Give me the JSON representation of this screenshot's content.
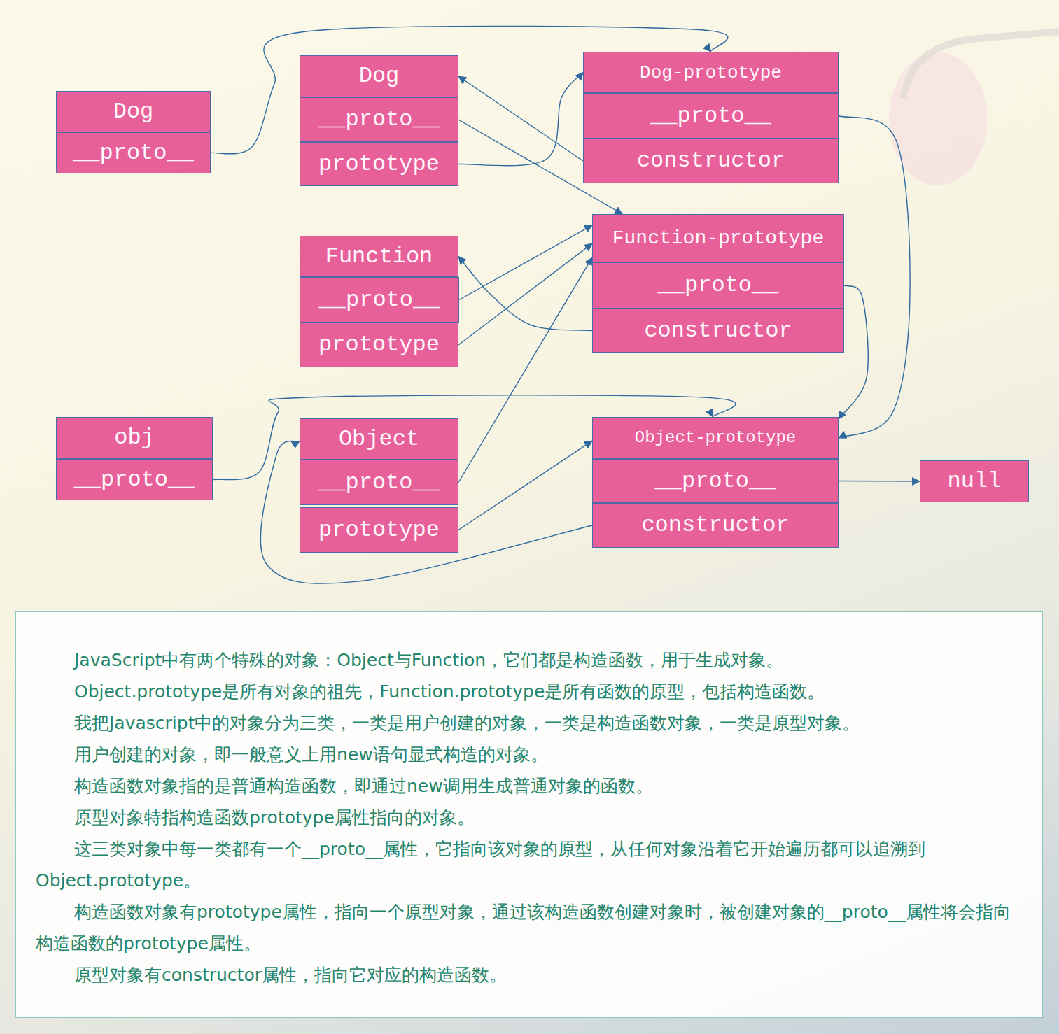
{
  "diagram": {
    "nodes": [
      {
        "text": [
          "Dog"
        ]
      },
      {
        "text": [
          "__proto__"
        ]
      },
      {
        "text": [
          "Dog"
        ]
      },
      {
        "text": [
          "__proto__"
        ]
      },
      {
        "text": [
          "prototype"
        ]
      },
      {
        "text": [
          "Dog-prototype"
        ]
      },
      {
        "text": [
          "__proto__"
        ]
      },
      {
        "text": [
          "constructor"
        ]
      },
      {
        "text": [
          "Function"
        ]
      },
      {
        "text": [
          "__proto__"
        ]
      },
      {
        "text": [
          "prototype"
        ]
      },
      {
        "text": [
          "Function-prototype"
        ]
      },
      {
        "text": [
          "__proto__"
        ]
      },
      {
        "text": [
          "constructor"
        ]
      },
      {
        "text": [
          "obj"
        ]
      },
      {
        "text": [
          "__proto__"
        ]
      },
      {
        "text": [
          "Object"
        ]
      },
      {
        "text": [
          "__proto__"
        ]
      },
      {
        "text": [
          "prototype"
        ]
      },
      {
        "text": [
          "Object-prototype"
        ]
      },
      {
        "text": [
          "__proto__"
        ]
      },
      {
        "text": [
          "constructor"
        ]
      },
      {
        "text": [
          "null"
        ]
      },
      {
        "text": [
          "JavaScript中有两个特殊的对象：Object与Function，它们都是构造函数，用于生成对象。",
          "Object.prototype是所有对象的祖先，Function.prototype是所有函数的原型，包括构造函数。",
          "我把Javascript中的对象分为三类，一类是用户创建的对象，一类是构造函数对象，一类是原型对象。",
          "用户创建的对象，即一般意义上用new语句显式构造的对象。",
          "构造函数对象指的是普通构造函数，即通过new调用生成普通对象的函数。",
          "原型对象特指构造函数prototype属性指向的对象。",
          "这三类对象中每一类都有一个__proto__属性，它指向该对象的原型，从任何对象沿着它开始遍历都可以追溯到 Object.prototype。",
          "构造函数对象有prototype属性，指向一个原型对象，通过该构造函数创建对象时，被创建对象的__proto__属性将会指向构造函数的prototype属性。",
          "原型对象有constructor属性，指向它对应的构造函数。"
        ]
      }
    ],
    "edges": [
      {
        "from": 1,
        "to": 5,
        "arrow": "to"
      },
      {
        "from": 3,
        "to": 11,
        "arrow": "to"
      },
      {
        "from": 4,
        "to": 5,
        "arrow": "to"
      },
      {
        "from": 7,
        "to": 2,
        "arrow": "to"
      },
      {
        "from": 6,
        "to": 19,
        "arrow": "to"
      },
      {
        "from": 9,
        "to": 11,
        "arrow": "to"
      },
      {
        "from": 10,
        "to": 11,
        "arrow": "to"
      },
      {
        "from": 13,
        "to": 8,
        "arrow": "to"
      },
      {
        "from": 12,
        "to": 19,
        "arrow": "to"
      },
      {
        "from": 15,
        "to": 19,
        "arrow": "to"
      },
      {
        "from": 17,
        "to": 11,
        "arrow": "to"
      },
      {
        "from": 18,
        "to": 19,
        "arrow": "to"
      },
      {
        "from": 21,
        "to": 16,
        "arrow": "to"
      },
      {
        "from": 20,
        "to": 22,
        "arrow": "to"
      }
    ]
  }
}
